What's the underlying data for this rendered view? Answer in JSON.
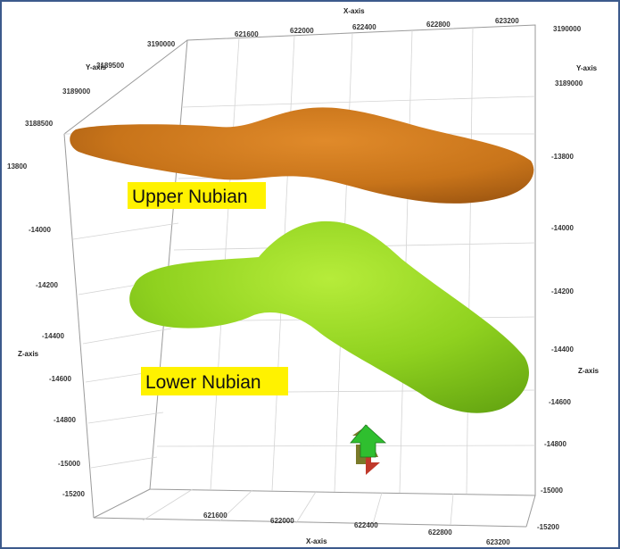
{
  "colors": {
    "upper_surface": "#c8741a",
    "lower_surface": "#8fd11f",
    "label_highlight": "#fff200",
    "north_arrow_top": "#2fbf2f",
    "north_arrow_side": "#c0392b"
  },
  "axes": {
    "x_title_top": "X-axis",
    "x_title_bottom": "X-axis",
    "y_title_left": "Y-axis",
    "y_title_right": "Y-axis",
    "z_title_left": "Z-axis",
    "z_title_right": "Z-axis",
    "x_ticks_top": [
      "621600",
      "622000",
      "622400",
      "622800",
      "623200"
    ],
    "x_ticks_bottom": [
      "621600",
      "622000",
      "622400",
      "622800",
      "623200"
    ],
    "y_ticks_left": [
      "3190000",
      "3189500",
      "3189000",
      "3188500"
    ],
    "y_ticks_right": [
      "3190000",
      "3189000"
    ],
    "z_ticks_left": [
      "13800",
      "-14000",
      "-14200",
      "-14400",
      "-14600",
      "-14800",
      "-15000",
      "-15200"
    ],
    "z_ticks_right": [
      "-13800",
      "-14000",
      "-14200",
      "-14400",
      "-14600",
      "-14800",
      "-15000",
      "-15200"
    ]
  },
  "labels": {
    "upper": "Upper Nubian",
    "lower": "Lower Nubian"
  },
  "icons": {
    "north_arrow": "north-arrow-icon"
  }
}
